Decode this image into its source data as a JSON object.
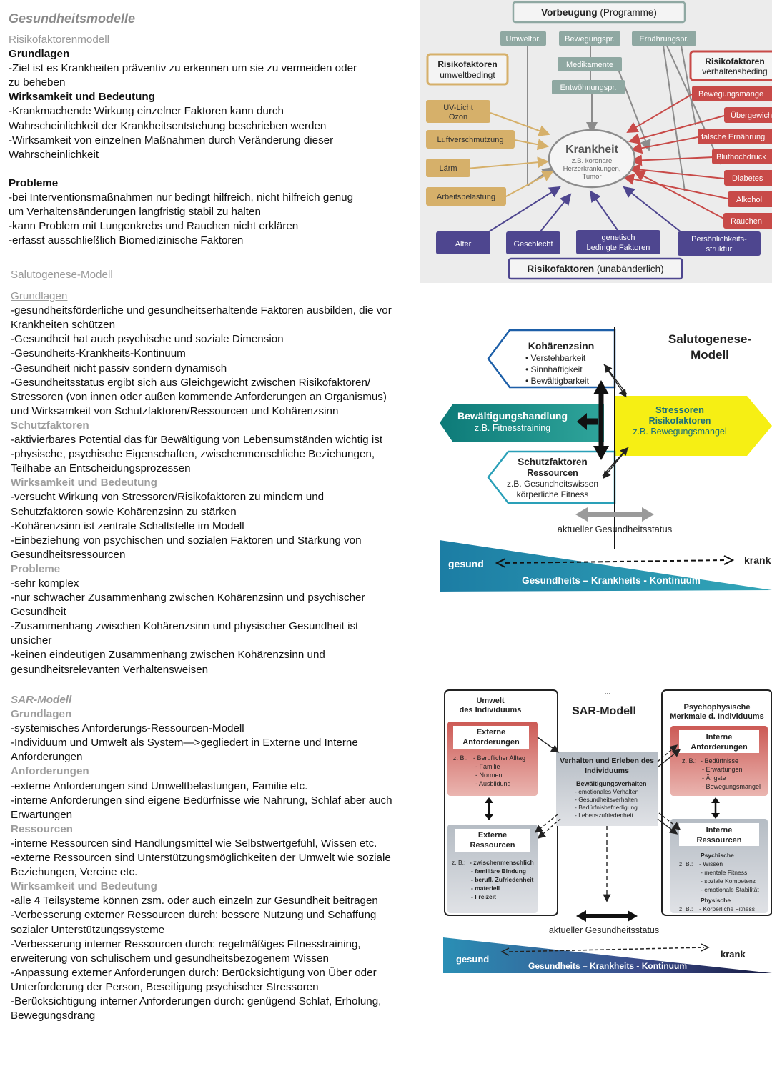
{
  "left": {
    "main_title": "Gesundheitsmodelle",
    "risk": {
      "title": "Risikofaktorenmodell",
      "h1": "Grundlagen",
      "p1": [
        "-Ziel ist es Krankheiten präventiv zu erkennen um sie zu vermeiden oder",
        "zu beheben"
      ],
      "h2": "Wirksamkeit und Bedeutung",
      "p2": [
        "-Krankmachende Wirkung einzelner Faktoren kann durch",
        "Wahrscheinlichkeit der Krankheitsentstehung beschrieben werden",
        "-Wirksamkeit von einzelnen Maßnahmen durch Veränderung dieser",
        "Wahrscheinlichkeit"
      ],
      "h3": "Probleme",
      "p3": [
        "-bei Interventionsmaßnahmen nur bedingt hilfreich, nicht hilfreich genug",
        "um Verhaltensänderungen langfristig stabil zu halten",
        "-kann Problem mit Lungenkrebs und Rauchen nicht erklären",
        "-erfasst ausschließlich Biomedizinische Faktoren"
      ]
    },
    "salu": {
      "title": "Salutogenese-Modell",
      "h1": "Grundlagen",
      "p1": [
        "-gesundheitsförderliche und gesundheitserhaltende Faktoren ausbilden, die vor",
        "Krankheiten schützen",
        "-Gesundheit hat auch psychische und soziale Dimension",
        "-Gesundheits-Krankheits-Kontinuum",
        "-Gesundheit nicht passiv sondern dynamisch",
        "-Gesundheitsstatus ergibt sich aus Gleichgewicht zwischen Risikofaktoren/",
        "Stressoren (von innen oder außen kommende Anforderungen an Organismus)",
        "und Wirksamkeit von Schutzfaktoren/Ressourcen und Kohärenzsinn"
      ],
      "h2": "Schutzfaktoren",
      "p2": [
        "-aktivierbares Potential das für Bewältigung von Lebensumständen wichtig ist",
        "-physische, psychische Eigenschaften, zwischenmenschliche Beziehungen,",
        "Teilhabe an Entscheidungsprozessen"
      ],
      "h3": "Wirksamkeit und Bedeutung",
      "p3": [
        "-versucht Wirkung von Stressoren/Risikofaktoren zu mindern und",
        "Schutzfaktoren sowie Kohärenzsinn zu stärken",
        "-Kohärenzsinn ist zentrale Schaltstelle im Modell",
        "-Einbeziehung von psychischen und sozialen Faktoren und Stärkung von",
        "Gesundheitsressourcen"
      ],
      "h4": "Probleme",
      "p4": [
        "-sehr komplex",
        "-nur schwacher Zusammenhang zwischen Kohärenzsinn und psychischer",
        "Gesundheit",
        "-Zusammenhang zwischen Kohärenzsinn und physischer Gesundheit ist",
        "unsicher",
        "-keinen eindeutigen Zusammenhang zwischen Kohärenzsinn und",
        "gesundheitsrelevanten Verhaltensweisen"
      ]
    },
    "sar": {
      "title": "SAR-Modell",
      "h1": "Grundlagen",
      "p1": [
        "-systemisches Anforderungs-Ressourcen-Modell",
        "-Individuum und Umwelt als System—>gegliedert in Externe und Interne",
        "Anforderungen"
      ],
      "h2": "Anforderungen",
      "p2": [
        "-externe Anforderungen sind Umweltbelastungen, Familie etc.",
        "-interne Anforderungen sind eigene Bedürfnisse wie Nahrung, Schlaf aber auch",
        "Erwartungen"
      ],
      "h3": "Ressourcen",
      "p3": [
        "-interne Ressourcen sind Handlungsmittel wie Selbstwertgefühl, Wissen etc.",
        "-externe Ressourcen sind Unterstützungsmöglichkeiten der Umwelt wie soziale",
        "Beziehungen, Vereine etc."
      ],
      "h4": "Wirksamkeit und Bedeutung",
      "p4": [
        "-alle 4 Teilsysteme können zsm. oder auch einzeln zur Gesundheit beitragen",
        "-Verbesserung externer Ressourcen durch: bessere Nutzung und Schaffung",
        "sozialer Unterstützungssysteme",
        "-Verbesserung interner Ressourcen durch: regelmäßiges Fitnesstraining,",
        "erweiterung von schulischem und gesundheitsbezogenem Wissen",
        "-Anpassung externer Anforderungen durch: Berücksichtigung von Über oder",
        "Unterforderung der Person, Beseitigung psychischer Stressoren",
        "-Berücksichtigung interner Anforderungen durch: genügend Schlaf, Erholung,",
        "Bewegungsdrang"
      ]
    }
  },
  "fig1": {
    "top_title": "Vorbeugung",
    "top_title_suffix": " (Programme)",
    "programs": [
      "Umweltpr.",
      "Bewegungspr.",
      "Ernährungspr."
    ],
    "med": "Medikamente",
    "entw": "Entwöhnungspr.",
    "left_head": [
      "Risikofaktoren",
      "umweltbedingt"
    ],
    "left_items": [
      [
        "UV-Licht",
        "Ozon"
      ],
      [
        "Luftverschmutzung"
      ],
      [
        "Lärm"
      ],
      [
        "Arbeitsbelastung"
      ]
    ],
    "right_head": [
      "Risikofaktoren",
      "verhaltensbeding"
    ],
    "right_items": [
      "Bewegungsmange",
      "Übergewich",
      "falsche Ernährung",
      "Bluthochdruck",
      "Diabetes",
      "Alkohol",
      "Rauchen"
    ],
    "center_title": "Krankheit",
    "center_sub": [
      "z.B. koronare",
      "Herzerkrankungen,",
      "Tumor"
    ],
    "bottom_items": [
      [
        "Alter"
      ],
      [
        "Geschlecht"
      ],
      [
        "genetisch",
        "bedingte Faktoren"
      ],
      [
        "Persönlichkeits-",
        "struktur"
      ]
    ],
    "bottom_title": "Risikofaktoren",
    "bottom_title_suffix": " (unabänderlich)",
    "colors": {
      "program": "#8fa8a2",
      "env": "#d6b06a",
      "behav": "#c84a48",
      "fixed": "#4e468f"
    }
  },
  "fig2": {
    "title": [
      "Salutogenese-",
      "Modell"
    ],
    "koh_title": "Kohärenzsinn",
    "koh_items": [
      "• Verstehbarkeit",
      "• Sinnhaftigkeit",
      "• Bewältigbarkeit"
    ],
    "bew": [
      "Bewältigungshandlung",
      "z.B. Fitnesstraining"
    ],
    "stress": [
      "Stressoren",
      "Risikofaktoren",
      "z.B. Bewegungsmangel"
    ],
    "schutz": [
      "Schutzfaktoren",
      "Ressourcen",
      "z.B. Gesundheitswissen",
      "körperliche Fitness"
    ],
    "status": "aktueller Gesundheitsstatus",
    "gesund": "gesund",
    "krank": "krank",
    "continuum": "Gesundheits – Krankheits - Kontinuum"
  },
  "fig3": {
    "dots": "...",
    "umwelt": [
      "Umwelt",
      "des Individuums"
    ],
    "title": "SAR-Modell",
    "psycho": [
      "Psychophysische",
      "Merkmale d. Individuums"
    ],
    "ext_anf": [
      "Externe",
      "Anforderungen"
    ],
    "ext_anf_zb": "z. B.:",
    "ext_anf_items": [
      "- Beruflicher Alltag",
      "- Familie",
      "- Normen",
      "- Ausbildung"
    ],
    "int_anf": [
      "Interne",
      "Anforderungen"
    ],
    "int_anf_zb": "z. B.:",
    "int_anf_items": [
      "- Bedürfnisse",
      "- Erwartungen",
      "- Ängste",
      "- Bewegungsmangel"
    ],
    "center": [
      "Verhalten und Erleben des",
      "Individuums"
    ],
    "center_head": "Bewältigungsverhalten",
    "center_items": [
      "- emotionales Verhalten",
      "- Gesundheitsverhalten",
      "- Bedürfnisbefriedigung",
      "- Lebenszufriedenheit"
    ],
    "ext_res": [
      "Externe",
      "Ressourcen"
    ],
    "ext_res_zb": "z. B.:",
    "ext_res_items": [
      "- zwischenmenschlich",
      "- familiäre Bindung",
      "- berufl. Zufriedenheit",
      "- materiell",
      "- Freizeit"
    ],
    "int_res": [
      "Interne",
      "Ressourcen"
    ],
    "int_res_psy": "Psychische",
    "int_res_zb1": "z. B.:",
    "int_res_items1": [
      "- Wissen",
      "- mentale Fitness",
      "- soziale Kompetenz",
      "- emotionale Stabilität"
    ],
    "int_res_phy": "Physische",
    "int_res_zb2": "z. B.:",
    "int_res_items2": [
      "- Körperliche Fitness"
    ],
    "status": "aktueller Gesundheitsstatus",
    "gesund": "gesund",
    "krank": "krank",
    "continuum": "Gesundheits – Krankheits - Kontinuum"
  }
}
